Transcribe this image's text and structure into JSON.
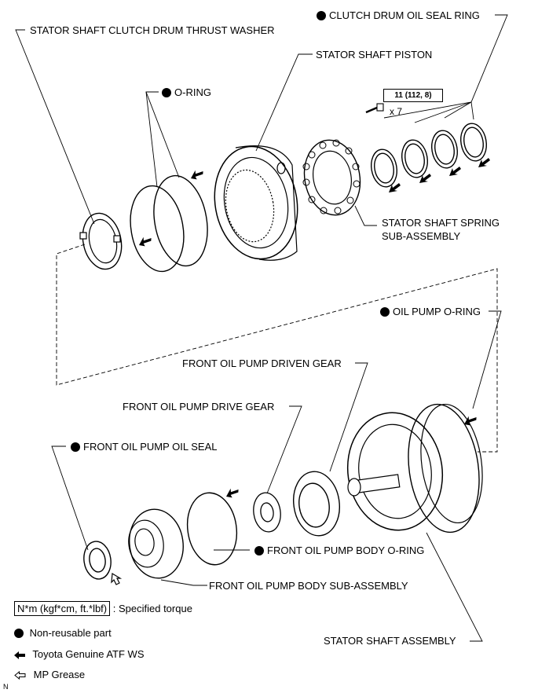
{
  "labels": {
    "thrust_washer": "STATOR SHAFT CLUTCH DRUM THRUST WASHER",
    "o_ring": "O-RING",
    "piston": "STATOR SHAFT PISTON",
    "seal_ring": "CLUTCH DRUM OIL SEAL RING",
    "torque": "11 (112, 8)",
    "bolt_count": "x 7",
    "spring_sub_1": "STATOR SHAFT SPRING",
    "spring_sub_2": "SUB-ASSEMBLY",
    "oil_pump_o_ring": "OIL PUMP O-RING",
    "driven_gear": "FRONT OIL PUMP DRIVEN GEAR",
    "drive_gear": "FRONT OIL PUMP DRIVE GEAR",
    "oil_seal": "FRONT OIL PUMP OIL SEAL",
    "body_o_ring": "FRONT OIL PUMP BODY O-RING",
    "body_sub": "FRONT OIL PUMP BODY SUB-ASSEMBLY",
    "stator_assy": "STATOR SHAFT ASSEMBLY"
  },
  "legend": {
    "torque_unit": "N*m (kgf*cm, ft.*lbf)",
    "torque_desc": ": Specified torque",
    "non_reusable": "Non-reusable part",
    "atf": "Toyota Genuine ATF WS",
    "grease": "MP Grease"
  },
  "corner_mark": "N",
  "colors": {
    "line": "#000000",
    "background": "#ffffff"
  }
}
